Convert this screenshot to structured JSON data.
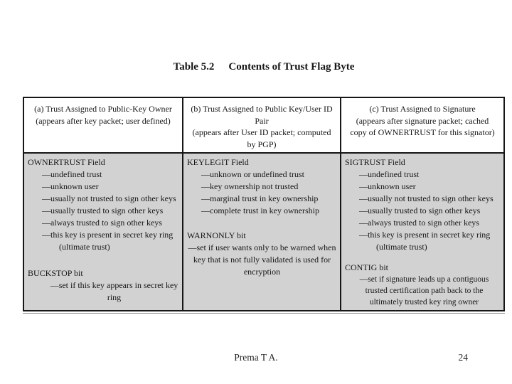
{
  "colors": {
    "page_background": "#ffffff",
    "table_body_background": "#d2d2d2",
    "table_border": "#161616",
    "text": "#161616"
  },
  "title": {
    "table_label": "Table 5.2",
    "table_caption": "Contents of Trust Flag Byte"
  },
  "table": {
    "columns": [
      {
        "header_lines": [
          "(a) Trust Assigned to Public-Key Owner",
          "(appears after key packet; user defined)"
        ],
        "sections": [
          {
            "heading": "OWNERTRUST Field",
            "items": [
              "—undefined trust",
              "—unknown user",
              "—usually not trusted to sign other keys",
              "—usually trusted to sign other keys",
              "—always trusted to sign other keys",
              "—this key is present in secret key ring"
            ],
            "continuation": "(ultimate trust)"
          },
          {
            "heading": "BUCKSTOP bit",
            "note": "—set if this key appears in secret key ring"
          }
        ]
      },
      {
        "header_lines": [
          "(b) Trust Assigned to Public Key/User ID",
          "Pair",
          "(appears after User ID packet; computed",
          "by PGP)"
        ],
        "sections": [
          {
            "heading": "KEYLEGIT Field",
            "items": [
              "—unknown or undefined trust",
              "—key ownership not trusted",
              "—marginal trust in key ownership",
              "—complete trust in key ownership"
            ]
          },
          {
            "heading": "WARNONLY bit",
            "note": "—set if user wants only to be warned when key that is not fully validated is used for encryption"
          }
        ]
      },
      {
        "header_lines": [
          "(c) Trust Assigned to Signature",
          "(appears after signature packet; cached",
          "copy of OWNERTRUST for this signator)"
        ],
        "sections": [
          {
            "heading": "SIGTRUST Field",
            "items": [
              "—undefined trust",
              "—unknown user",
              "—usually not trusted to sign other keys",
              "—usually trusted to sign other keys",
              "—always trusted to sign other keys",
              "—this key is present in secret key ring"
            ],
            "continuation": "(ultimate trust)"
          },
          {
            "heading": "CONTIG bit",
            "note": "—set if signature leads up a contiguous trusted certification path back to the ultimately trusted key ring owner"
          }
        ]
      }
    ]
  },
  "footer": {
    "author": "Prema T A.",
    "page_number": "24"
  }
}
